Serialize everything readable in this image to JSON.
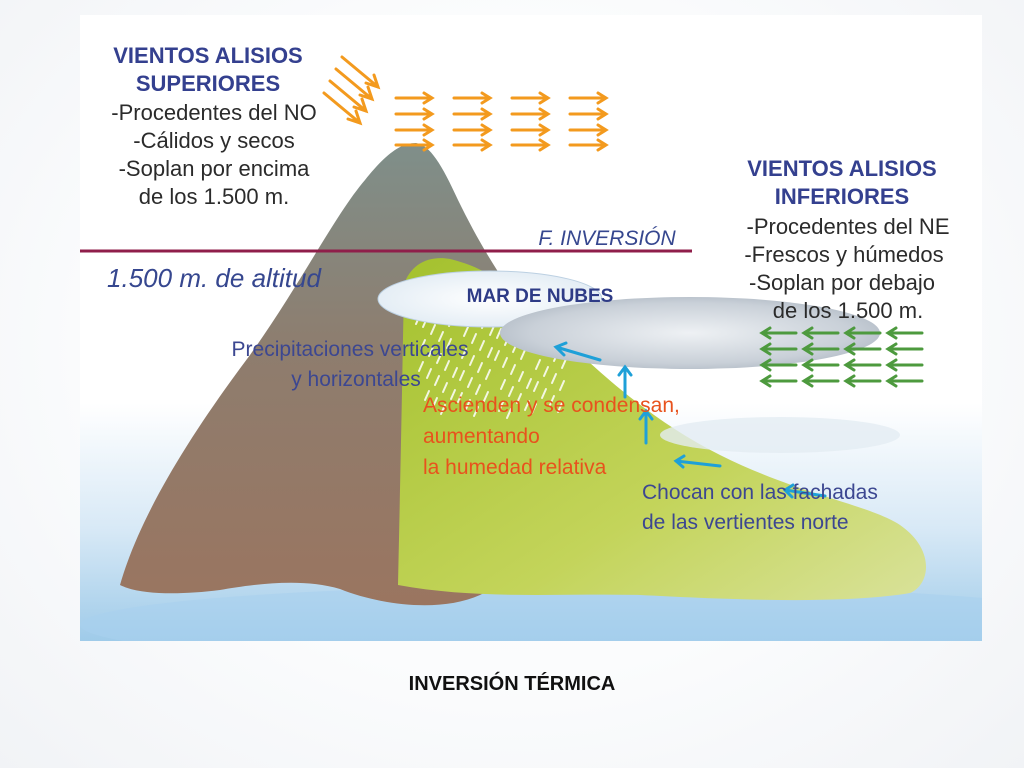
{
  "figure": {
    "upper_winds": {
      "title_line1": "VIENTOS ALISIOS",
      "title_line2": "SUPERIORES",
      "lines": [
        "-Procedentes del NO",
        "-Cálidos y secos",
        "-Soplan por encima",
        "de los 1.500 m."
      ]
    },
    "lower_winds": {
      "title_line1": "VIENTOS ALISIOS",
      "title_line2": "INFERIORES",
      "lines": [
        "-Procedentes del NE",
        "-Frescos y  húmedos",
        "-Soplan  por debajo",
        "de los 1.500 m."
      ]
    },
    "inversion_label": "F. INVERSIÓN",
    "altitude_label": "1.500 m. de altitud",
    "cloud_label": "MAR DE NUBES",
    "precip_lines": [
      "Precipitaciones verticales",
      "y horizontales"
    ],
    "ascend_lines": [
      "Ascienden y se condensan,",
      "aumentando",
      "la humedad relativa"
    ],
    "collide_lines": [
      "Chocan con las fachadas",
      "de las vertientes norte"
    ],
    "colors": {
      "inversion_line": "#8f1e4a",
      "upper_arrows": "#f39a1e",
      "lower_arrows": "#4d9a3e",
      "blue_arrows": "#1ea0d8",
      "mountain": "#8f7c6b",
      "vegetation": "#b7cc3a",
      "sea": "#9fcbe9"
    }
  },
  "caption": "INVERSIÓN TÉRMICA"
}
